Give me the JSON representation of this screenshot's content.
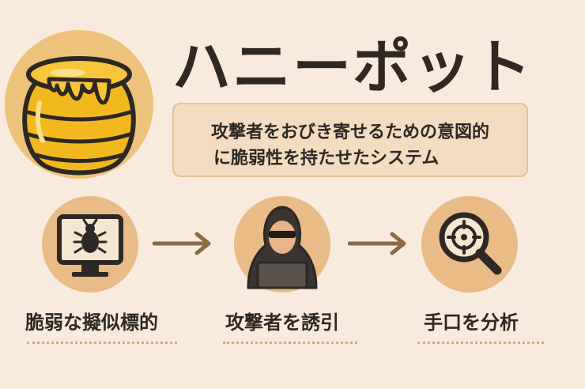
{
  "header": {
    "title": "ハニーポット",
    "definition_line1": "攻撃者をおびき寄せるための意図的",
    "definition_line2": "に脆弱性を持たせたシステム"
  },
  "icons": {
    "hero": "honey-pot-icon",
    "step1": "monitor-bug-icon",
    "step2": "hooded-hacker-icon",
    "step3": "magnifier-target-icon",
    "arrow": "arrow-right-icon"
  },
  "steps": [
    {
      "label": "脆弱な擬似標的"
    },
    {
      "label": "攻撃者を誘引"
    },
    {
      "label": "手口を分析"
    }
  ],
  "colors": {
    "background": "#f8eadd",
    "circle": "#e9bb86",
    "honey": "#f2b91f",
    "text": "#2e2824",
    "arrow": "#8a6a45"
  }
}
